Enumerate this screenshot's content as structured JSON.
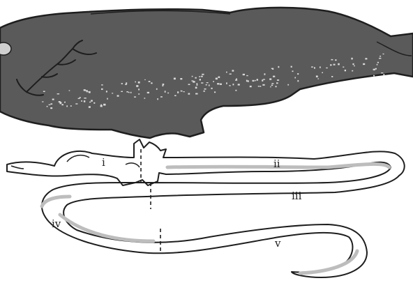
{
  "figure": {
    "colors": {
      "fish_body": "#5a5a5a",
      "fish_outline": "#1e1e1e",
      "spots": "#d9d9d9",
      "gut_fill": "#ffffff",
      "gut_shade": "#bdbdbd",
      "outline": "#1e1e1e",
      "background": "#ffffff"
    },
    "section_labels": {
      "i": "i",
      "ii": "ii",
      "iii": "iii",
      "iv": "iv",
      "v": "v"
    }
  }
}
